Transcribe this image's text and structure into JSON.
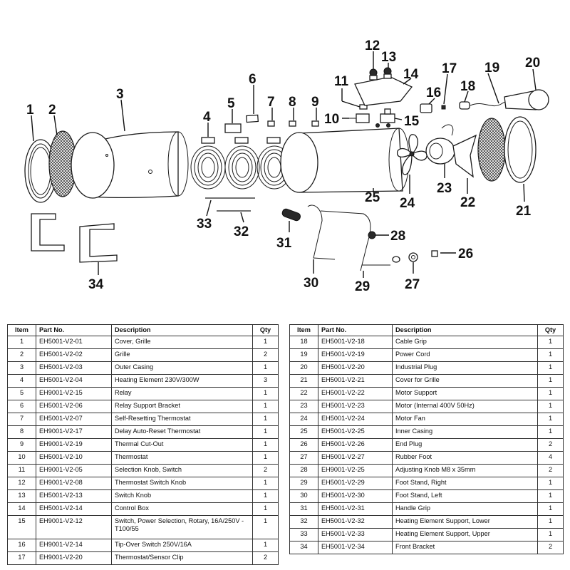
{
  "callouts": {
    "c1": "1",
    "c2": "2",
    "c3": "3",
    "c4": "4",
    "c5": "5",
    "c6": "6",
    "c7": "7",
    "c8": "8",
    "c9": "9",
    "c10": "10",
    "c11": "11",
    "c12": "12",
    "c13": "13",
    "c14": "14",
    "c15": "15",
    "c16": "16",
    "c17": "17",
    "c18": "18",
    "c19": "19",
    "c20": "20",
    "c21": "21",
    "c22": "22",
    "c23": "23",
    "c24": "24",
    "c25": "25",
    "c26": "26",
    "c27": "27",
    "c28": "28",
    "c29": "29",
    "c30": "30",
    "c31": "31",
    "c32": "32",
    "c33": "33",
    "c34": "34"
  },
  "table": {
    "headers": {
      "item": "Item",
      "part_no": "Part No.",
      "description": "Description",
      "qty": "Qty"
    },
    "left_rows": [
      {
        "item": "1",
        "part_no": "EH5001-V2-01",
        "description": "Cover, Grille",
        "qty": "1"
      },
      {
        "item": "2",
        "part_no": "EH5001-V2-02",
        "description": "Grille",
        "qty": "2"
      },
      {
        "item": "3",
        "part_no": "EH5001-V2-03",
        "description": "Outer Casing",
        "qty": "1"
      },
      {
        "item": "4",
        "part_no": "EH5001-V2-04",
        "description": "Heating Element 230V/300W",
        "qty": "3"
      },
      {
        "item": "5",
        "part_no": "EH9001-V2-15",
        "description": "Relay",
        "qty": "1"
      },
      {
        "item": "6",
        "part_no": "EH5001-V2-06",
        "description": "Relay Support Bracket",
        "qty": "1"
      },
      {
        "item": "7",
        "part_no": "EH5001-V2-07",
        "description": "Self-Resetting Thermostat",
        "qty": "1"
      },
      {
        "item": "8",
        "part_no": "EH9001-V2-17",
        "description": "Delay Auto-Reset Thermostat",
        "qty": "1"
      },
      {
        "item": "9",
        "part_no": "EH9001-V2-19",
        "description": "Thermal Cut-Out",
        "qty": "1"
      },
      {
        "item": "10",
        "part_no": "EH5001-V2-10",
        "description": "Thermostat",
        "qty": "1"
      },
      {
        "item": "11",
        "part_no": "EH9001-V2-05",
        "description": "Selection Knob, Switch",
        "qty": "2"
      },
      {
        "item": "12",
        "part_no": "EH9001-V2-08",
        "description": "Thermostat Switch Knob",
        "qty": "1"
      },
      {
        "item": "13",
        "part_no": "EH5001-V2-13",
        "description": "Switch Knob",
        "qty": "1"
      },
      {
        "item": "14",
        "part_no": "EH5001-V2-14",
        "description": "Control Box",
        "qty": "1"
      },
      {
        "item": "15",
        "part_no": "EH9001-V2-12",
        "description": "Switch, Power Selection, Rotary, 16A/250V - T100/55",
        "qty": "1"
      },
      {
        "item": "16",
        "part_no": "EH9001-V2-14",
        "description": "Tip-Over Switch 250V/16A",
        "qty": "1"
      },
      {
        "item": "17",
        "part_no": "EH9001-V2-20",
        "description": "Thermostat/Sensor Clip",
        "qty": "2"
      }
    ],
    "right_rows": [
      {
        "item": "18",
        "part_no": "EH5001-V2-18",
        "description": "Cable Grip",
        "qty": "1"
      },
      {
        "item": "19",
        "part_no": "EH5001-V2-19",
        "description": "Power Cord",
        "qty": "1"
      },
      {
        "item": "20",
        "part_no": "EH5001-V2-20",
        "description": "Industrial Plug",
        "qty": "1"
      },
      {
        "item": "21",
        "part_no": "EH5001-V2-21",
        "description": "Cover for Grille",
        "qty": "1"
      },
      {
        "item": "22",
        "part_no": "EH5001-V2-22",
        "description": "Motor Support",
        "qty": "1"
      },
      {
        "item": "23",
        "part_no": "EH5001-V2-23",
        "description": "Motor (Internal 400V 50Hz)",
        "qty": "1"
      },
      {
        "item": "24",
        "part_no": "EH5001-V2-24",
        "description": "Motor Fan",
        "qty": "1"
      },
      {
        "item": "25",
        "part_no": "EH5001-V2-25",
        "description": "Inner Casing",
        "qty": "1"
      },
      {
        "item": "26",
        "part_no": "EH5001-V2-26",
        "description": "End Plug",
        "qty": "2"
      },
      {
        "item": "27",
        "part_no": "EH5001-V2-27",
        "description": "Rubber Foot",
        "qty": "4"
      },
      {
        "item": "28",
        "part_no": "EH9001-V2-25",
        "description": "Adjusting Knob M8 x 35mm",
        "qty": "2"
      },
      {
        "item": "29",
        "part_no": "EH5001-V2-29",
        "description": "Foot Stand, Right",
        "qty": "1"
      },
      {
        "item": "30",
        "part_no": "EH5001-V2-30",
        "description": "Foot Stand, Left",
        "qty": "1"
      },
      {
        "item": "31",
        "part_no": "EH5001-V2-31",
        "description": "Handle Grip",
        "qty": "1"
      },
      {
        "item": "32",
        "part_no": "EH5001-V2-32",
        "description": "Heating Element Support, Lower",
        "qty": "1"
      },
      {
        "item": "33",
        "part_no": "EH5001-V2-33",
        "description": "Heating Element Support, Upper",
        "qty": "1"
      },
      {
        "item": "34",
        "part_no": "EH5001-V2-34",
        "description": "Front Bracket",
        "qty": "2"
      }
    ]
  }
}
